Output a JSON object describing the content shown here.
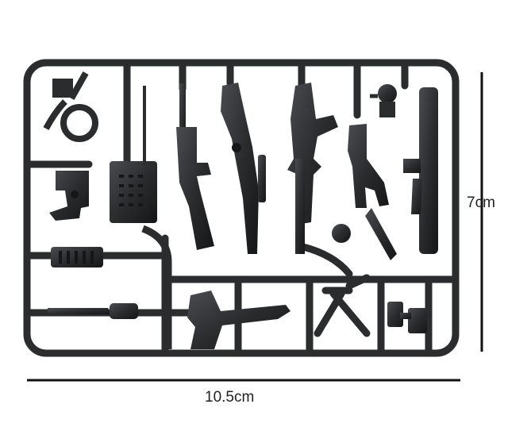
{
  "dimensions": {
    "width_label": "10.5cm",
    "height_label": "7cm"
  },
  "colors": {
    "plastic": "#2b2c2e",
    "plastic_dark": "#151617",
    "highlight": "#5a5d61",
    "measure_line": "#111111"
  },
  "parts": [
    "binocular-headset",
    "pistol",
    "radio-backpack",
    "rifle-short",
    "rifle-with-scope",
    "light-machine-gun",
    "submachine-gun",
    "rocket-launcher",
    "helmet-small",
    "bayonet",
    "knife",
    "axe",
    "bipod",
    "binoculars",
    "ammo-belt"
  ]
}
